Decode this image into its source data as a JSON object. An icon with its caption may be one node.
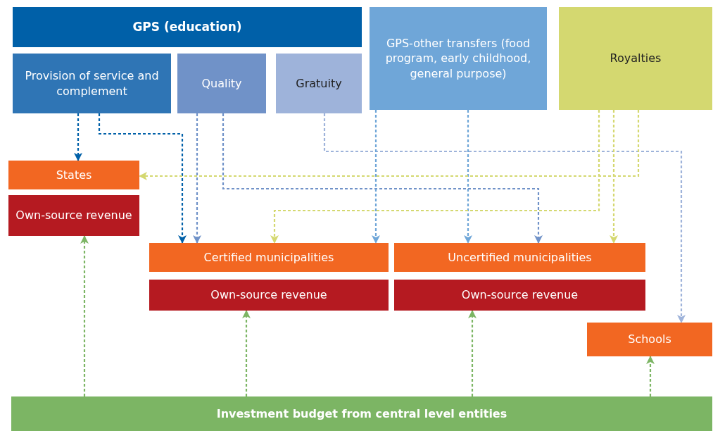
{
  "diagram": {
    "nodes": [
      {
        "text": [
          "GPS (education)"
        ]
      },
      {
        "text": [
          "Provision of service and complement"
        ]
      },
      {
        "text": [
          "Quality"
        ]
      },
      {
        "text": [
          "Gratuity"
        ]
      },
      {
        "text": [
          "GPS-other transfers (food program, early childhood, general purpose)"
        ]
      },
      {
        "text": [
          "Royalties"
        ]
      },
      {
        "text": [
          "States"
        ]
      },
      {
        "text": [
          "Own-source revenue"
        ]
      },
      {
        "text": [
          "Certified municipalities"
        ]
      },
      {
        "text": [
          "Own-source revenue"
        ]
      },
      {
        "text": [
          "Uncertified municipalities"
        ]
      },
      {
        "text": [
          "Own-source revenue"
        ]
      },
      {
        "text": [
          "Schools"
        ]
      },
      {
        "text": [
          "Investment budget from central level entities"
        ]
      }
    ],
    "edges": [
      {
        "from": 1,
        "to": 6,
        "arrow": "to",
        "color": "#0060a8"
      },
      {
        "from": 1,
        "to": 8,
        "arrow": "to",
        "color": "#0060a8"
      },
      {
        "from": 2,
        "to": 8,
        "arrow": "to",
        "color": "#7092c8"
      },
      {
        "from": 2,
        "to": 10,
        "arrow": "to",
        "color": "#7092c8"
      },
      {
        "from": 3,
        "to": 12,
        "arrow": "to",
        "color": "#9eb3da"
      },
      {
        "from": 4,
        "to": 8,
        "arrow": "to",
        "color": "#6fa6d8"
      },
      {
        "from": 4,
        "to": 10,
        "arrow": "to",
        "color": "#6fa6d8"
      },
      {
        "from": 5,
        "to": 6,
        "arrow": "to",
        "color": "#d4d870"
      },
      {
        "from": 5,
        "to": 8,
        "arrow": "to",
        "color": "#d4d870"
      },
      {
        "from": 5,
        "to": 10,
        "arrow": "to",
        "color": "#d4d870"
      },
      {
        "from": 13,
        "to": 7,
        "arrow": "to",
        "color": "#7cb564"
      },
      {
        "from": 13,
        "to": 9,
        "arrow": "to",
        "color": "#7cb564"
      },
      {
        "from": 13,
        "to": 11,
        "arrow": "to",
        "color": "#7cb564"
      },
      {
        "from": 13,
        "to": 12,
        "arrow": "to",
        "color": "#7cb564"
      }
    ]
  }
}
